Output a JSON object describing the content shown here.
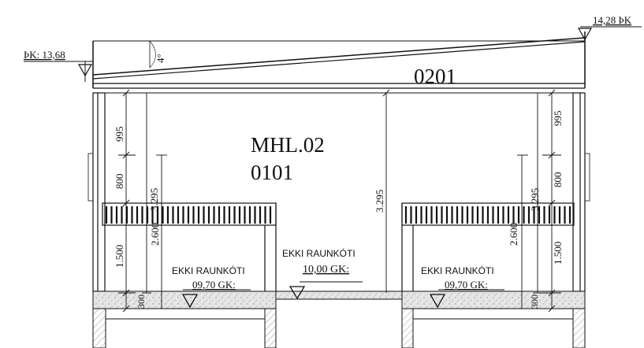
{
  "levels": {
    "left": "ÞK: 13,68",
    "right": "14,28 ÞK"
  },
  "roof": {
    "angle": "4°",
    "room_code": "0201"
  },
  "room": {
    "name": "MHL.02",
    "code": "0101"
  },
  "dims": {
    "left_995": "995",
    "left_800": "800",
    "left_1500": "1.500",
    "left_300": "300",
    "left_3295": "3.295",
    "left_2600": "2.600",
    "center_3295": "3.295",
    "right_995": "995",
    "right_800": "800",
    "right_1500": "1.500",
    "right_300": "300",
    "right_3295": "3.295",
    "right_2600": "2.600"
  },
  "floor_labels": {
    "left_title": "EKKI RAUNKÓTI",
    "left_value": "09,70 GK:",
    "center_title": "EKKI RAUNKÓTI",
    "center_value": "10,00 GK:",
    "right_title": "EKKI RAUNKÓTI",
    "right_value": "09,70 GK:"
  }
}
